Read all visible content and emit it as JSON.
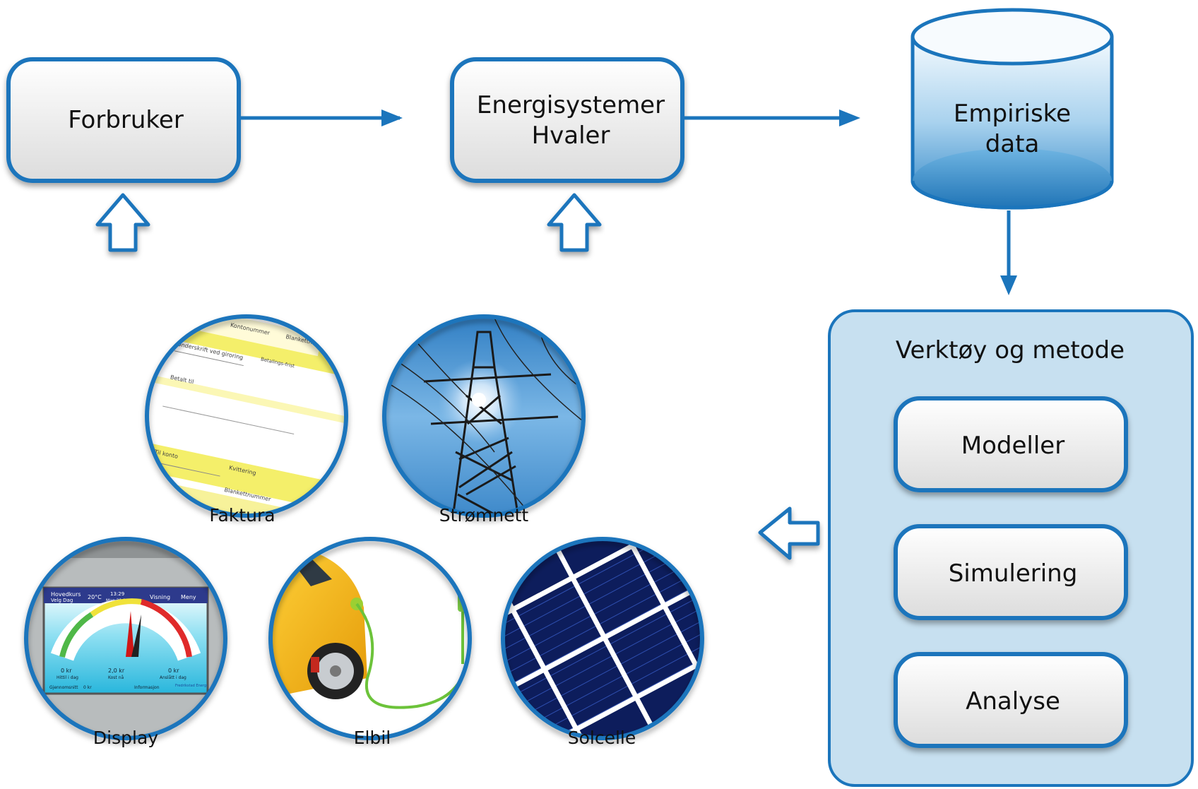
{
  "nodes": {
    "forbruker": "Forbruker",
    "energisystemer_line1": "Energisystemer",
    "energisystemer_line2": "Hvaler",
    "empiriske_line1": "Empiriske",
    "empiriske_line2": "data",
    "verktoy_title": "Verktøy og metode",
    "modeller": "Modeller",
    "simulering": "Simulering",
    "analyse": "Analyse"
  },
  "sources": [
    {
      "id": "faktura",
      "label": "Faktura",
      "icon": "invoice-photo"
    },
    {
      "id": "stromnett",
      "label": "Strømnett",
      "icon": "power-pylon-photo"
    },
    {
      "id": "display",
      "label": "Display",
      "icon": "energy-display-photo"
    },
    {
      "id": "elbil",
      "label": "Elbil",
      "icon": "electric-car-charging-photo"
    },
    {
      "id": "solcelle",
      "label": "Solcelle",
      "icon": "solar-panel-photo"
    }
  ],
  "faktura_form": {
    "kontonummer": "Kontonummer",
    "blankettnummer": "Blankettnummer",
    "underskrift": "Underskrift ved giroring",
    "betalingsfrist": "Betalings-frist",
    "betalt_til": "Betalt til",
    "til_konto": "Til konto",
    "kvittering": "Kvittering"
  },
  "display_screen": {
    "hovedkurs": "Hovedkurs",
    "velg_dag": "Velg Dag",
    "temp": "20°C",
    "time": "13:29",
    "date": "Man 30.11.09",
    "visning": "Visning",
    "meny": "Meny",
    "val1": "0 kr",
    "cap1": "Hittil i dag",
    "val2": "2,0 kr",
    "cap2": "Kost nå",
    "val3": "0 kr",
    "cap3": "Anslått i dag",
    "gjennomsnitt": "Gjennomsnitt",
    "gjen_val": "0 kr",
    "informasjon": "Informasjon",
    "brand": "Fredrikstad Energi"
  },
  "colors": {
    "accent_blue": "#1b75bc",
    "box_fill_top": "#ffffff",
    "box_fill_bottom": "#e2e2e2",
    "panel_fill": "#c7e0f0",
    "cylinder_light": "#e3f1fb",
    "cylinder_dark": "#2a83c4"
  }
}
